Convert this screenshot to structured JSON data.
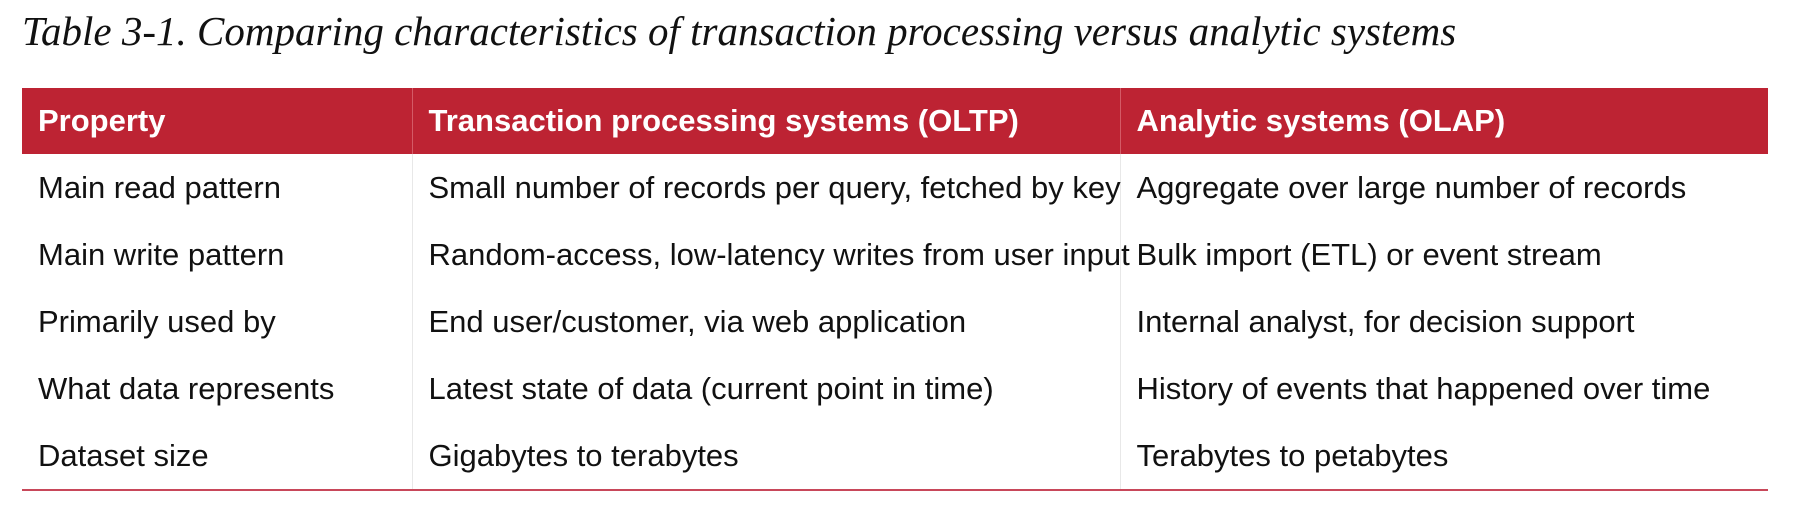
{
  "caption": "Table 3-1. Comparing characteristics of transaction processing versus analytic systems",
  "table": {
    "headers": [
      "Property",
      "Transaction processing systems (OLTP)",
      "Analytic systems (OLAP)"
    ],
    "rows": [
      [
        "Main read pattern",
        "Small number of records per query, fetched by key",
        "Aggregate over large number of records"
      ],
      [
        "Main write pattern",
        "Random-access, low-latency writes from user input",
        "Bulk import (ETL) or event stream"
      ],
      [
        "Primarily used by",
        "End user/customer, via web application",
        "Internal analyst, for decision support"
      ],
      [
        "What data represents",
        "Latest state of data (current point in time)",
        "History of events that happened over time"
      ],
      [
        "Dataset size",
        "Gigabytes to terabytes",
        "Terabytes to petabytes"
      ]
    ]
  },
  "colors": {
    "header_background": "#bd2333",
    "header_text": "#ffffff",
    "body_text": "#111111",
    "bottom_rule": "#c8485a"
  }
}
